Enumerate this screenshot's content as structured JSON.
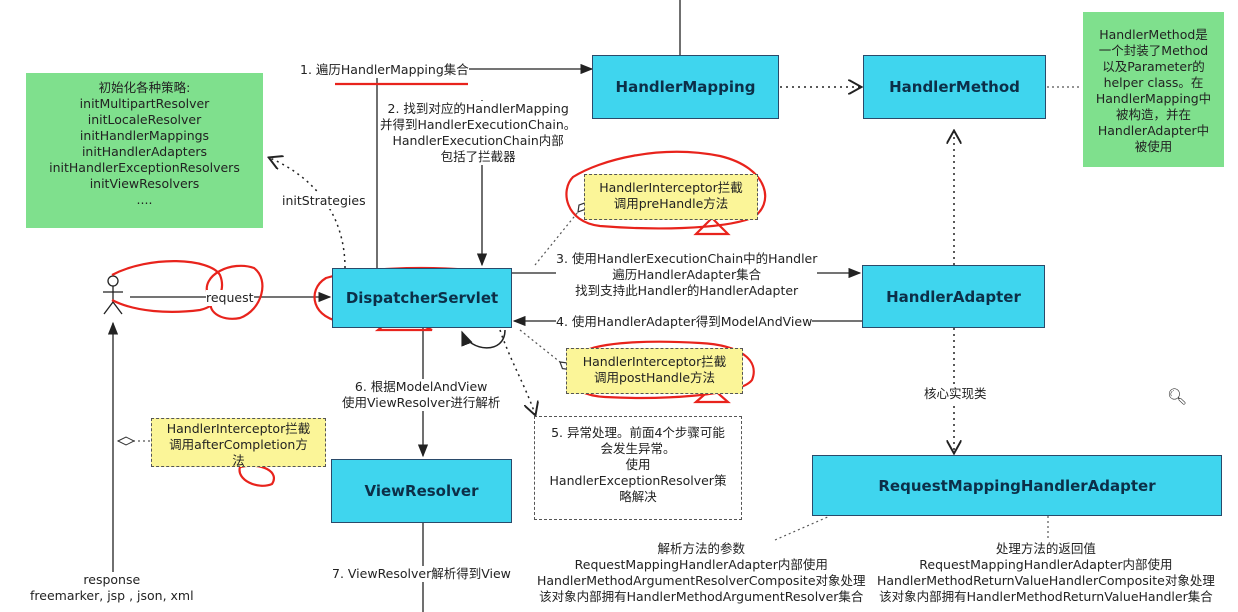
{
  "boxes": {
    "dispatcher": "DispatcherServlet",
    "handler_mapping": "HandlerMapping",
    "handler_method": "HandlerMethod",
    "handler_adapter": "HandlerAdapter",
    "view_resolver": "ViewResolver",
    "rmha": "RequestMappingHandlerAdapter"
  },
  "init_note": [
    "初始化各种策略:",
    "initMultipartResolver",
    "initLocaleResolver",
    "initHandlerMappings",
    "initHandlerAdapters",
    "initHandlerExceptionResolvers",
    "initViewResolvers",
    "...."
  ],
  "handler_method_note": [
    "HandlerMethod是",
    "一个封装了Method",
    "以及Parameter的",
    "helper class。在",
    "HandlerMapping中",
    "被构造，并在",
    "HandlerAdapter中",
    "被使用"
  ],
  "interceptor_pre": [
    "HandlerInterceptor拦截",
    "调用preHandle方法"
  ],
  "interceptor_post": [
    "HandlerInterceptor拦截",
    "调用postHandle方法"
  ],
  "interceptor_after": [
    "HandlerInterceptor拦截",
    "调用afterCompletion方",
    "法"
  ],
  "exception_note": [
    "5. 异常处理。前面4个步骤可能",
    "会发生异常。",
    "使用",
    "HandlerExceptionResolver策",
    "略解决"
  ],
  "labels": {
    "step1": "1. 遍历HandlerMapping集合",
    "step2": [
      "2. 找到对应的HandlerMapping",
      "并得到HandlerExecutionChain。",
      "HandlerExecutionChain内部",
      "包括了拦截器"
    ],
    "step3": [
      "3. 使用HandlerExecutionChain中的Handler",
      "遍历HandlerAdapter集合",
      "找到支持此Handler的HandlerAdapter"
    ],
    "step4": "4. 使用HandlerAdapter得到ModelAndView",
    "step6": [
      "6. 根据ModelAndView",
      "使用ViewResolver进行解析"
    ],
    "step7": "7. ViewResolver解析得到View",
    "init_strategies": "initStrategies",
    "request": "request",
    "response": [
      "response",
      "freemarker, jsp , json, xml"
    ],
    "impl": "核心实现类",
    "args_note": [
      "解析方法的参数",
      "RequestMappingHandlerAdapter内部使用",
      "HandlerMethodArgumentResolverComposite对象处理",
      "该对象内部拥有HandlerMethodArgumentResolver集合"
    ],
    "return_note": [
      "处理方法的返回值",
      "RequestMappingHandlerAdapter内部使用",
      "HandlerMethodReturnValueHandlerComposite对象处理",
      "该对象内部拥有HandlerMethodReturnValueHandler集合"
    ]
  },
  "colors": {
    "box": "#3fd5ee",
    "green_note": "#7fe08d",
    "yellow_note": "#fbf598",
    "red_marks": "#e8231c"
  }
}
